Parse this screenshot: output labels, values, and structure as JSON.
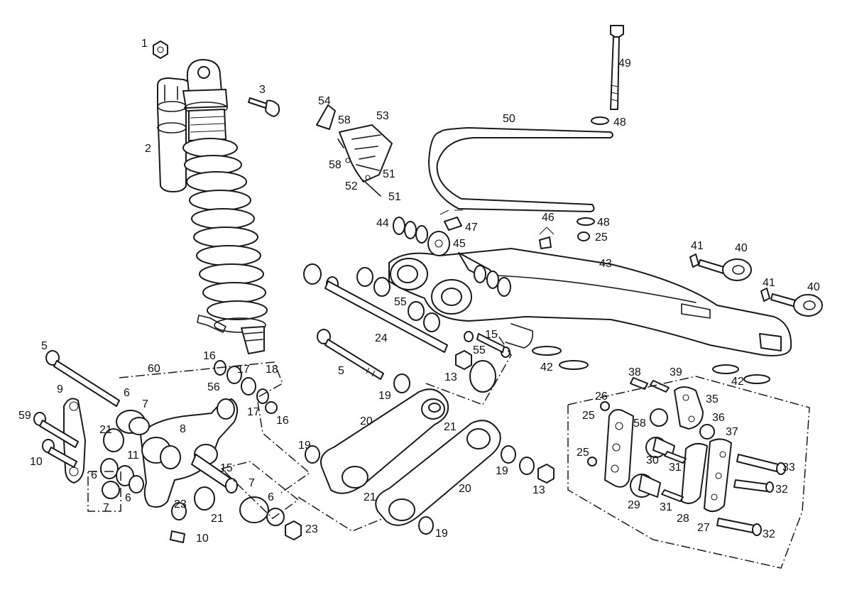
{
  "diagram": {
    "labels": [
      {
        "id": "p1",
        "text": "1"
      },
      {
        "id": "p2",
        "text": "2"
      },
      {
        "id": "p3",
        "text": "3"
      },
      {
        "id": "p54",
        "text": "54"
      },
      {
        "id": "p58a",
        "text": "58"
      },
      {
        "id": "p53",
        "text": "53"
      },
      {
        "id": "p58b",
        "text": "58"
      },
      {
        "id": "p51a",
        "text": "51"
      },
      {
        "id": "p52",
        "text": "52"
      },
      {
        "id": "p51b",
        "text": "51"
      },
      {
        "id": "p50",
        "text": "50"
      },
      {
        "id": "p49",
        "text": "49"
      },
      {
        "id": "p48a",
        "text": "48"
      },
      {
        "id": "p44",
        "text": "44"
      },
      {
        "id": "p47",
        "text": "47"
      },
      {
        "id": "p46",
        "text": "46"
      },
      {
        "id": "p48b",
        "text": "48"
      },
      {
        "id": "p25a",
        "text": "25"
      },
      {
        "id": "p45",
        "text": "45"
      },
      {
        "id": "p43",
        "text": "43"
      },
      {
        "id": "p41a",
        "text": "41"
      },
      {
        "id": "p40a",
        "text": "40"
      },
      {
        "id": "p41b",
        "text": "41"
      },
      {
        "id": "p40b",
        "text": "40"
      },
      {
        "id": "p55a",
        "text": "55"
      },
      {
        "id": "p24",
        "text": "24"
      },
      {
        "id": "p15a",
        "text": "15"
      },
      {
        "id": "p55b",
        "text": "55"
      },
      {
        "id": "p42a",
        "text": "42"
      },
      {
        "id": "p42b",
        "text": "42"
      },
      {
        "id": "p13a",
        "text": "13"
      },
      {
        "id": "p5a",
        "text": "5"
      },
      {
        "id": "p5b",
        "text": "5"
      },
      {
        "id": "p60",
        "text": "60"
      },
      {
        "id": "p16a",
        "text": "16"
      },
      {
        "id": "p17a",
        "text": "17"
      },
      {
        "id": "p18",
        "text": "18"
      },
      {
        "id": "p56",
        "text": "56"
      },
      {
        "id": "p17b",
        "text": "17"
      },
      {
        "id": "p16b",
        "text": "16"
      },
      {
        "id": "p9",
        "text": "9"
      },
      {
        "id": "p6a",
        "text": "6"
      },
      {
        "id": "p7a",
        "text": "7"
      },
      {
        "id": "p59",
        "text": "59"
      },
      {
        "id": "p21a",
        "text": "21"
      },
      {
        "id": "p8",
        "text": "8"
      },
      {
        "id": "p10a",
        "text": "10"
      },
      {
        "id": "p11",
        "text": "11"
      },
      {
        "id": "p6b",
        "text": "6"
      },
      {
        "id": "p6c",
        "text": "6"
      },
      {
        "id": "p7b",
        "text": "7"
      },
      {
        "id": "p15b",
        "text": "15"
      },
      {
        "id": "p7c",
        "text": "7"
      },
      {
        "id": "p6d",
        "text": "6"
      },
      {
        "id": "p23a",
        "text": "23"
      },
      {
        "id": "p21b",
        "text": "21"
      },
      {
        "id": "p23b",
        "text": "23"
      },
      {
        "id": "p10b",
        "text": "10"
      },
      {
        "id": "p19a",
        "text": "19"
      },
      {
        "id": "p20a",
        "text": "20"
      },
      {
        "id": "p21c",
        "text": "21"
      },
      {
        "id": "p19b",
        "text": "19"
      },
      {
        "id": "p19c",
        "text": "19"
      },
      {
        "id": "p13b",
        "text": "13"
      },
      {
        "id": "p20b",
        "text": "20"
      },
      {
        "id": "p21d",
        "text": "21"
      },
      {
        "id": "p19d",
        "text": "19"
      },
      {
        "id": "p38",
        "text": "38"
      },
      {
        "id": "p39",
        "text": "39"
      },
      {
        "id": "p26",
        "text": "26"
      },
      {
        "id": "p35",
        "text": "35"
      },
      {
        "id": "p25b",
        "text": "25"
      },
      {
        "id": "p58c",
        "text": "58"
      },
      {
        "id": "p36",
        "text": "36"
      },
      {
        "id": "p37",
        "text": "37"
      },
      {
        "id": "p25c",
        "text": "25"
      },
      {
        "id": "p30",
        "text": "30"
      },
      {
        "id": "p31a",
        "text": "31"
      },
      {
        "id": "p33",
        "text": "33"
      },
      {
        "id": "p32a",
        "text": "32"
      },
      {
        "id": "p29",
        "text": "29"
      },
      {
        "id": "p31b",
        "text": "31"
      },
      {
        "id": "p28",
        "text": "28"
      },
      {
        "id": "p27",
        "text": "27"
      },
      {
        "id": "p32b",
        "text": "32"
      }
    ]
  }
}
